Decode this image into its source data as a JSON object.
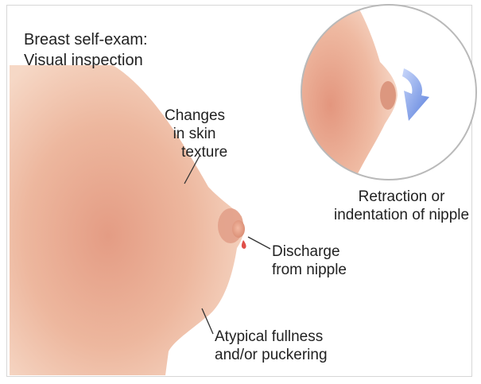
{
  "title": {
    "line1": "Breast self-exam:",
    "line2": "Visual inspection"
  },
  "labels": {
    "skin_texture": {
      "line1": "Changes",
      "line2": "in skin",
      "line3": "texture"
    },
    "retraction": {
      "line1": "Retraction or",
      "line2": "indentation of nipple"
    },
    "discharge": {
      "line1": "Discharge",
      "line2": "from nipple"
    },
    "fullness": {
      "line1": "Atypical fullness",
      "line2": "and/or puckering"
    }
  },
  "colors": {
    "skin_light": "#f4d2bd",
    "skin_mid": "#e9a98c",
    "skin_dark": "#d7876c",
    "arrow": "#6f8fe0",
    "leader_line": "#333333",
    "text": "#222222"
  }
}
